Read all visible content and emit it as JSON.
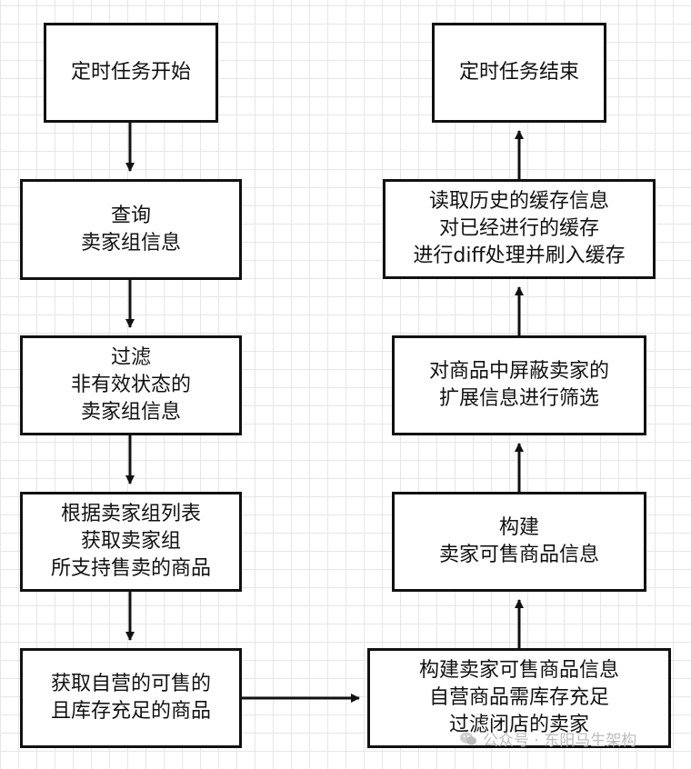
{
  "nodes": {
    "start": {
      "lines": [
        "定时任务开始"
      ]
    },
    "query": {
      "lines": [
        "查询",
        "卖家组信息"
      ]
    },
    "filter_group": {
      "lines": [
        "过滤",
        "非有效状态的",
        "卖家组信息"
      ]
    },
    "fetch_group": {
      "lines": [
        "根据卖家组列表",
        "获取卖家组",
        "所支持售卖的商品"
      ]
    },
    "fetch_self": {
      "lines": [
        "获取自营的可售的",
        "且库存充足的商品"
      ]
    },
    "build_filter": {
      "lines": [
        "构建卖家可售商品信息",
        "自营商品需库存充足",
        "过滤闭店的卖家"
      ]
    },
    "build": {
      "lines": [
        "构建",
        "卖家可售商品信息"
      ]
    },
    "screen": {
      "lines": [
        "对商品中屏蔽卖家的",
        "扩展信息进行筛选"
      ]
    },
    "cache": {
      "lines": [
        "读取历史的缓存信息",
        "对已经进行的缓存",
        "进行diff处理并刷入缓存"
      ]
    },
    "end": {
      "lines": [
        "定时任务结束"
      ]
    }
  },
  "watermark": {
    "text": "公众号 · 东阳马生架构",
    "icon": "wechat-icon"
  }
}
